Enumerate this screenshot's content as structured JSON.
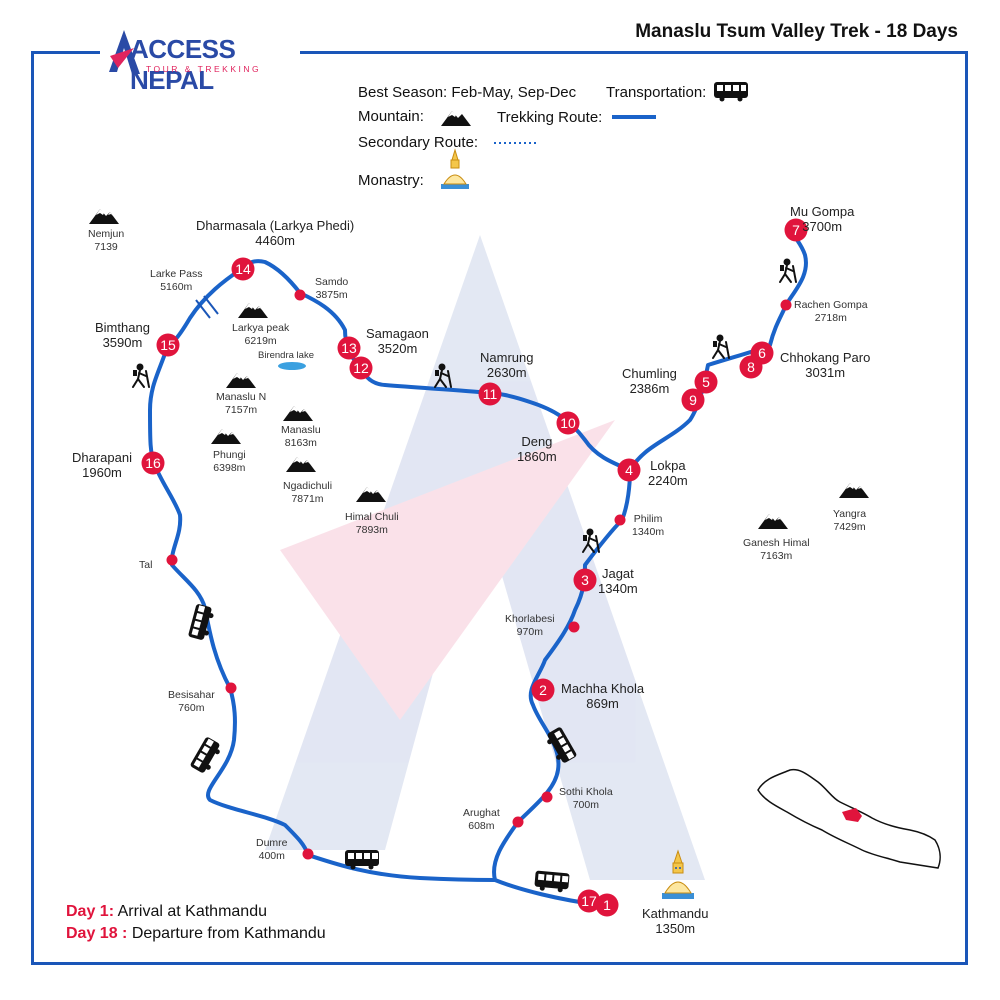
{
  "title": "Manaslu Tsum Valley Trek - 18 Days",
  "logo": {
    "main": "ACCESS NEPAL",
    "sub": "TOUR & TREKKING"
  },
  "legend": {
    "season": "Best Season: Feb-May, Sep-Dec",
    "transportation": "Transportation:",
    "mountain": "Mountain:",
    "trekking_route": "Trekking Route:",
    "secondary_route": "Secondary Route:",
    "monastery": "Monastry:"
  },
  "colors": {
    "route": "#1a63c9",
    "marker": "#e0143c",
    "frame": "#1a56b8",
    "day_text": "#e0143c"
  },
  "day_markers": [
    "1",
    "2",
    "3",
    "4",
    "5",
    "6",
    "7",
    "8",
    "9",
    "10",
    "11",
    "12",
    "13",
    "14",
    "15",
    "16",
    "17"
  ],
  "places": [
    {
      "name": "Mu Gompa",
      "alt": "3700m"
    },
    {
      "name": "Rachen Gompa",
      "alt": "2718m"
    },
    {
      "name": "Chumling",
      "alt": "2386m"
    },
    {
      "name": "Chhokang Paro",
      "alt": "3031m"
    },
    {
      "name": "Namrung",
      "alt": "2630m"
    },
    {
      "name": "Deng",
      "alt": "1860m"
    },
    {
      "name": "Lokpa",
      "alt": "2240m"
    },
    {
      "name": "Philim",
      "alt": "1340m"
    },
    {
      "name": "Jagat",
      "alt": "1340m"
    },
    {
      "name": "Khorlabesi",
      "alt": "970m"
    },
    {
      "name": "Machha Khola",
      "alt": "869m"
    },
    {
      "name": "Sothi Khola",
      "alt": "700m"
    },
    {
      "name": "Arughat",
      "alt": "608m"
    },
    {
      "name": "Kathmandu",
      "alt": "1350m"
    },
    {
      "name": "Dumre",
      "alt": "400m"
    },
    {
      "name": "Besisahar",
      "alt": "760m"
    },
    {
      "name": "Tal",
      "alt": ""
    },
    {
      "name": "Dharapani",
      "alt": "1960m"
    },
    {
      "name": "Bimthang",
      "alt": "3590m"
    },
    {
      "name": "Larke Pass",
      "alt": "5160m"
    },
    {
      "name": "Dharmasala (Larkya Phedi)",
      "alt": "4460m"
    },
    {
      "name": "Samdo",
      "alt": "3875m"
    },
    {
      "name": "Samagaon",
      "alt": "3520m"
    }
  ],
  "mountains": [
    {
      "name": "Nemjun",
      "alt": "7139"
    },
    {
      "name": "Larkya peak",
      "alt": "6219m"
    },
    {
      "name": "Manaslu N",
      "alt": "7157m"
    },
    {
      "name": "Manaslu",
      "alt": "8163m"
    },
    {
      "name": "Phungi",
      "alt": "6398m"
    },
    {
      "name": "Ngadichuli",
      "alt": "7871m"
    },
    {
      "name": "Himal Chuli",
      "alt": "7893m"
    },
    {
      "name": "Ganesh Himal",
      "alt": "7163m"
    },
    {
      "name": "Yangra",
      "alt": "7429m"
    }
  ],
  "lakes": [
    {
      "name": "Birendra lake"
    }
  ],
  "footer": [
    {
      "day": "Day 1:",
      "text": " Arrival at Kathmandu"
    },
    {
      "day": "Day 18 :",
      "text": " Departure from Kathmandu"
    }
  ]
}
